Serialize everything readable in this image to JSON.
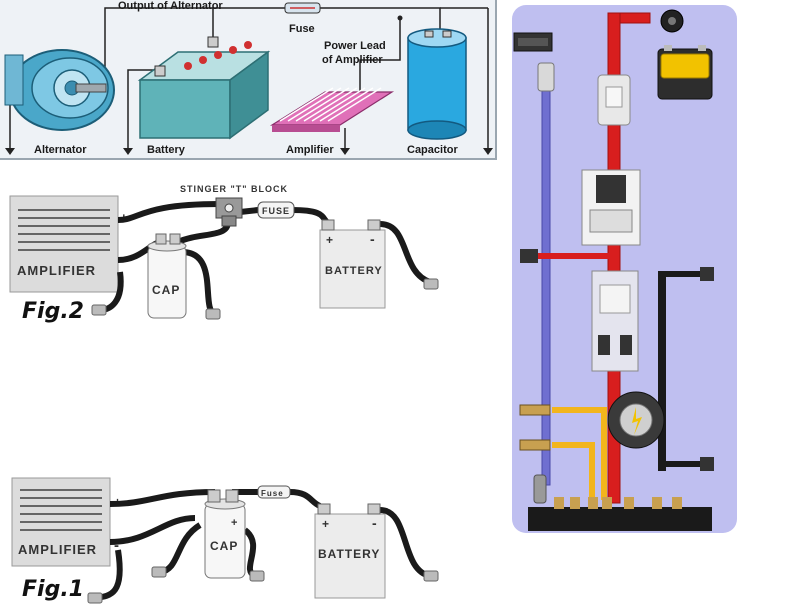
{
  "top_diagram": {
    "output_label": "Output of Alternator",
    "fuse_label": "Fuse",
    "power_lead_label": "Power Lead of Amplifier",
    "power_lead_line1": "Power Lead",
    "power_lead_line2": "of Amplifier",
    "alternator_label": "Alternator",
    "battery_label": "Battery",
    "amplifier_label": "Amplifier",
    "capacitor_label": "Capacitor"
  },
  "fig2": {
    "figure_label": "Fig.2",
    "amplifier_label": "AMPLIFIER",
    "cap_label": "CAP",
    "battery_label": "BATTERY",
    "t_block_label": "STINGER \"T\" BLOCK",
    "fuse_label": "FUSE",
    "plus": "+",
    "minus": "-"
  },
  "fig1": {
    "figure_label": "Fig.1",
    "amplifier_label": "AMPLIFIER",
    "cap_label": "CAP",
    "battery_label": "BATTERY",
    "fuse_label": "Fuse",
    "plus": "+",
    "minus": "-"
  },
  "colors": {
    "wire_black": "#1a1a1a",
    "wire_red": "#d81e1e",
    "wire_yellow": "#f2b51c",
    "wire_blue": "#6f6fd0",
    "capacitor_blue": "#2aa8e0",
    "battery_teal": "#5fb3b8",
    "amplifier_pink": "#e070b8",
    "photo_bg": "#bfbff0"
  }
}
